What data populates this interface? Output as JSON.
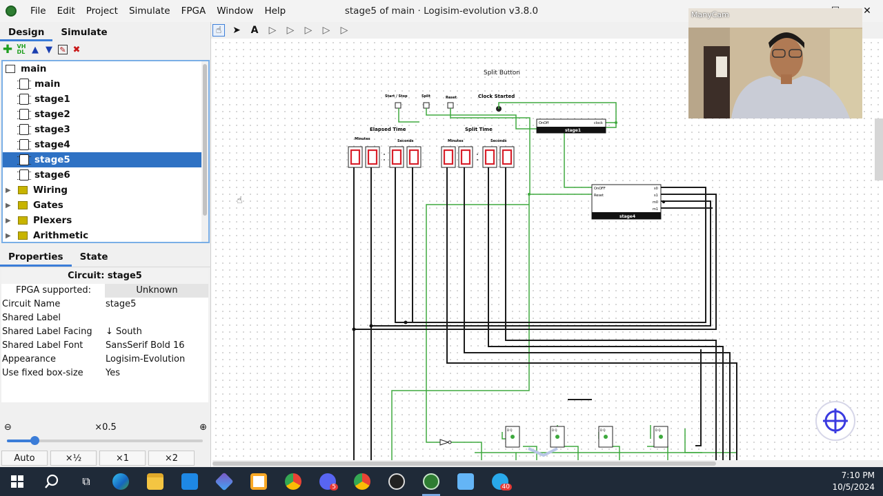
{
  "window": {
    "title": "stage5 of main · Logisim-evolution v3.8.0",
    "controls": [
      "—",
      "☐",
      "✕"
    ]
  },
  "menu": [
    "File",
    "Edit",
    "Project",
    "Simulate",
    "FPGA",
    "Window",
    "Help"
  ],
  "left_tabs": {
    "design": "Design",
    "simulate": "Simulate"
  },
  "tree": {
    "root": "main",
    "circuits": [
      "main",
      "stage1",
      "stage2",
      "stage3",
      "stage4",
      "stage5",
      "stage6"
    ],
    "selected": "stage5",
    "libraries": [
      "Wiring",
      "Gates",
      "Plexers",
      "Arithmetic"
    ]
  },
  "props_tabs": {
    "properties": "Properties",
    "state": "State"
  },
  "properties": {
    "header": "Circuit: stage5",
    "fpga_key": "FPGA supported:",
    "fpga_value": "Unknown",
    "rows": [
      {
        "k": "Circuit Name",
        "v": "stage5"
      },
      {
        "k": "Shared Label",
        "v": ""
      },
      {
        "k": "Shared Label Facing",
        "v": "↓ South"
      },
      {
        "k": "Shared Label Font",
        "v": "SansSerif Bold 16"
      },
      {
        "k": "Appearance",
        "v": "Logisim-Evolution"
      },
      {
        "k": "Use fixed box-size",
        "v": "Yes"
      }
    ]
  },
  "zoom": {
    "level": "×0.5",
    "slider_fraction": 0.14,
    "buttons": [
      "Auto",
      "×½",
      "×1",
      "×2"
    ]
  },
  "canvas": {
    "title": "Split Button",
    "inputs": [
      "Start / Stop",
      "Split",
      "Reset"
    ],
    "clock_label": "Clock Started",
    "elapsed_label": "Elapsed Time",
    "split_label": "Split Time",
    "minutes_label": "Minutes",
    "seconds_label": "Seconds",
    "stage1": {
      "name": "stage1",
      "pin_left": "OnOff",
      "pin_right": "clock"
    },
    "stage4": {
      "name": "stage4",
      "pins_left": [
        "OnOFF",
        "Reset"
      ],
      "pins_right": [
        "s0",
        "s1",
        "m0",
        "m1"
      ]
    },
    "flipflop_pins": "D  Q"
  },
  "webcam": {
    "label": "ManyCam"
  },
  "clock": {
    "time": "7:10 PM",
    "date": "10/5/2024"
  },
  "colors": {
    "wire_on": "#3ea93e",
    "wire_off": "#1a1a1a",
    "accent": "#3b7dd8",
    "digit": "#d8202a"
  },
  "taskbar": {
    "badges": {
      "discord": "5",
      "telegram": "40"
    }
  }
}
